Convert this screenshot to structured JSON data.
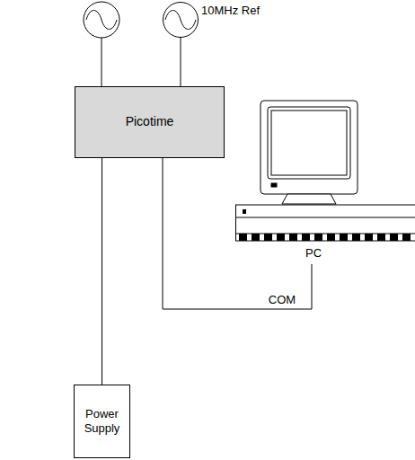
{
  "diagram": {
    "nodes": [
      {
        "text": [
          "10MHz Ref"
        ]
      },
      {
        "text": [
          "Picotime"
        ]
      },
      {
        "text": [
          "PC"
        ]
      },
      {
        "text": [
          "Power Supply"
        ]
      }
    ],
    "edges": [
      {
        "from": 0,
        "to": 1,
        "arrow": "none"
      },
      {
        "from": 1,
        "to": 2,
        "label": "COM",
        "arrow": "none"
      },
      {
        "from": 1,
        "to": 3,
        "arrow": "none"
      }
    ]
  }
}
